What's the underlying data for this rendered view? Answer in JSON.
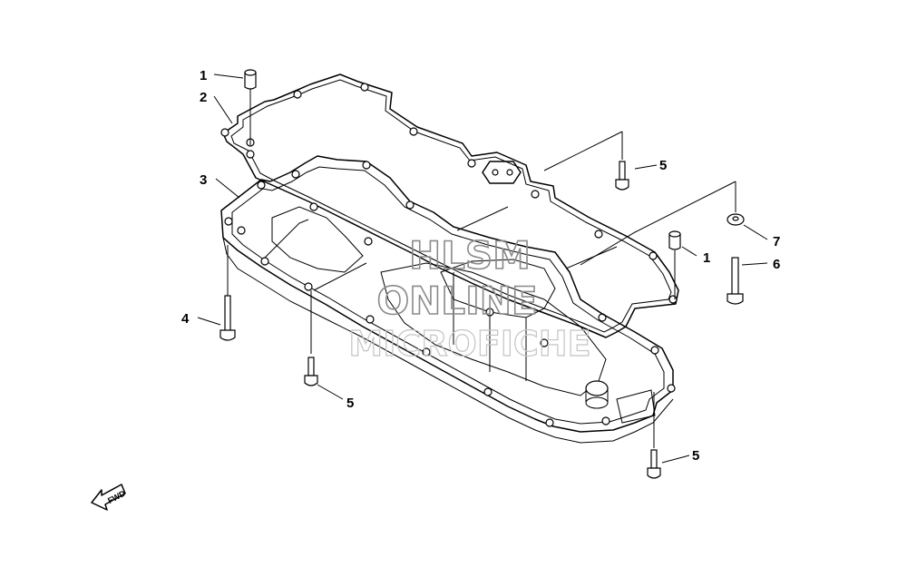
{
  "callouts": {
    "c1_top": "1",
    "c2": "2",
    "c3": "3",
    "c4": "4",
    "c5_top": "5",
    "c7": "7",
    "c1_right": "1",
    "c6": "6",
    "c5_mid": "5",
    "c5_bottom": "5"
  },
  "watermark": {
    "line1": "HLSM",
    "line2": "ONLINE",
    "line3": "MICROFICHE"
  },
  "fwd_label": "FWD"
}
